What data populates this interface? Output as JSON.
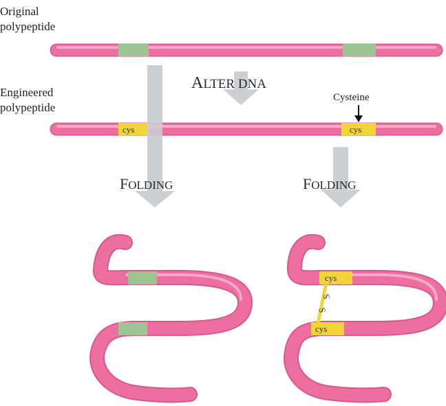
{
  "labels": {
    "original_line1": "Original",
    "original_line2": "polypeptide",
    "engineered_line1": "Engineered",
    "engineered_line2": "polypeptide",
    "alter_big": "A",
    "alter_rest": "LTER DNA",
    "cysteine": "Cysteine",
    "folding_left_big": "F",
    "folding_left_rest": "OLDING",
    "folding_right_big": "F",
    "folding_right_rest": "OLDING"
  },
  "segments": {
    "cys_left": "cys",
    "cys_right": "cys",
    "folded_cys_top": "cys",
    "folded_cys_bottom": "cys",
    "disulfide_s1": "S",
    "disulfide_s2": "S"
  },
  "colors": {
    "chain": "#ec6fa0",
    "chain_highlight": "#f6a9c8",
    "green_region": "#9fc493",
    "cys_region": "#f1d43a",
    "arrow": "#cbd0d3",
    "text": "#222222"
  }
}
